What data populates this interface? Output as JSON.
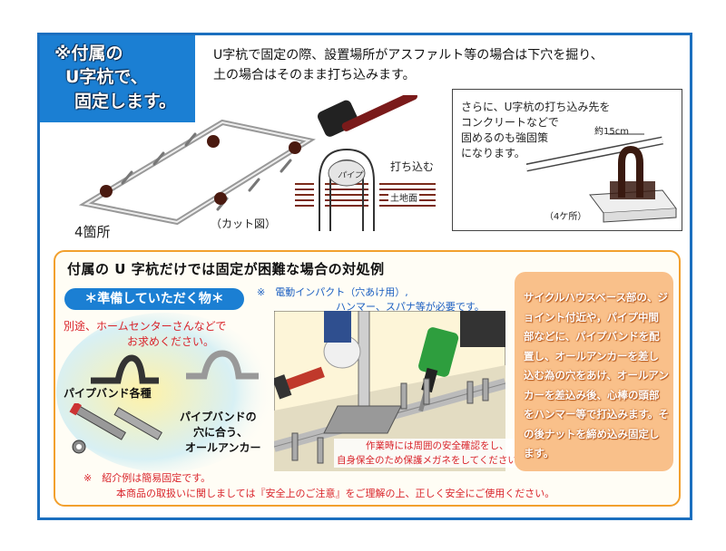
{
  "title": {
    "line1": "※付属の",
    "line2": "U字杭で、",
    "line3": "固定します。"
  },
  "intro": {
    "line1": "U字杭で固定の際、設置場所がアスファルト等の場合は下穴を掘り、",
    "line2": "土の場合はそのまま打ち込みます。"
  },
  "diagram_left": {
    "count_label": "4箇所",
    "cut_label": "（カット図）"
  },
  "diagram_middle": {
    "hammer_label": "打ち込む",
    "pipe_label": "パイプ",
    "ground_label": "土地面"
  },
  "diagram_right": {
    "note_line1": "さらに、U字杭の打ち込み先を",
    "note_line2": "コンクリートなどで",
    "note_line3": "固めるのも強固策",
    "note_line4": "になります。",
    "dimension_label": "約15cm",
    "count_label": "（4ケ所）"
  },
  "lower": {
    "heading": "付属の U 字杭だけでは固定が困難な場合の対処例",
    "prep_label": "＊準備していただく物＊",
    "tools_line1": "※　電動インパクト（穴あけ用）,",
    "tools_line2": "ハンマー、スパナ等が必要です。",
    "buy_line1": "別途、ホームセンターさんなどで",
    "buy_line2": "お求めください。",
    "pipe_band_label": "パイプバンド各種",
    "anchor_line1": "パイプバンドの",
    "anchor_line2": "穴に合う、",
    "anchor_line3": "オールアンカー",
    "intro_example_note": "※　紹介例は簡易固定です。",
    "safety_line1": "作業時には周囲の安全確認をし、",
    "safety_line2": "自身保全のため保護メガネをしてください。",
    "right_text": "サイクルハウスベース部の、ジョイント付近や，パイプ中間部などに、パイプバンドを配置し、オールアンカーを差し込む為の穴をあけ、オールアンカーを差込み後、心棒の頭部をハンマー等で打込みます。その後ナットを締め込み固定します。",
    "footer": "本商品の取扱いに関しましては『安全上のご注意』をご理解の上、正しく安全にご使用ください。"
  },
  "colors": {
    "frame_blue": "#1b6fbf",
    "title_blue": "#1b7fd3",
    "accent_orange": "#f2a02e",
    "panel_orange": "#f9c08a",
    "note_red": "#d9232a"
  }
}
